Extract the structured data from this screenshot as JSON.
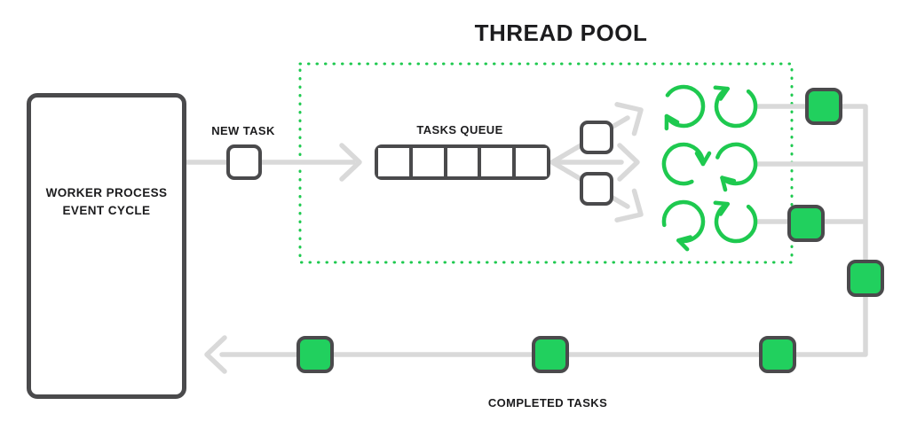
{
  "title": "THREAD POOL",
  "colors": {
    "green": "#1ec94f",
    "square-green": "#21d05e",
    "line-gray": "#d9d9d9",
    "border-dark": "#4a4a4c",
    "text": "#1c1c1e",
    "bg": "#ffffff"
  },
  "worker": {
    "label_line1": "WORKER PROCESS",
    "label_line2": "EVENT CYCLE",
    "icon": "cycle-arrow-icon"
  },
  "new_task": {
    "label": "NEW TASK",
    "square_count": 1
  },
  "tasks_queue": {
    "label": "TASKS QUEUE",
    "slot_count": 5
  },
  "thread_pool": {
    "thread_spinner_count": 6,
    "spinner_rows": 3,
    "dispatch_square_count": 2
  },
  "completed_tasks": {
    "label": "COMPLETED TASKS",
    "green_square_count": 6
  }
}
